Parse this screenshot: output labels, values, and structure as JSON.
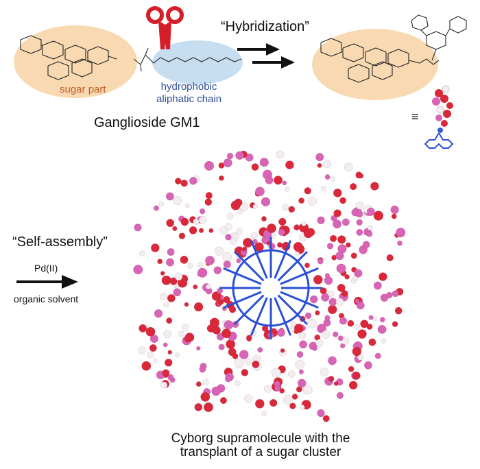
{
  "labels": {
    "hybridization": "“Hybridization”",
    "sugar_part": "sugar part",
    "hydrophobic_line1": "hydrophobic",
    "hydrophobic_line2": "aliphatic chain",
    "ganglioside": "Ganglioside GM1",
    "self_assembly": "“Self-assembly”",
    "reagent": "Pd(II)",
    "condition": "organic solvent",
    "caption_line1": "Cyborg supramolecule with the",
    "caption_line2": "transplant of a sugar cluster",
    "equivalence": "≡"
  },
  "colors": {
    "sugar_ellipse": "#f8d9b2",
    "chain_ellipse": "#c7def1",
    "sugar_text": "#c0602a",
    "chain_text": "#2f4e97",
    "oxygen": "#d9283a",
    "carbon": "#d764b4",
    "hydrogen": "#f2eef0",
    "nitrogen": "#3b5bd1",
    "scaffold": "#2a4fd6",
    "scissors": "#d41f2b"
  },
  "icons": [
    "scissors-icon",
    "arrow-right-icon",
    "equivalence-icon"
  ]
}
